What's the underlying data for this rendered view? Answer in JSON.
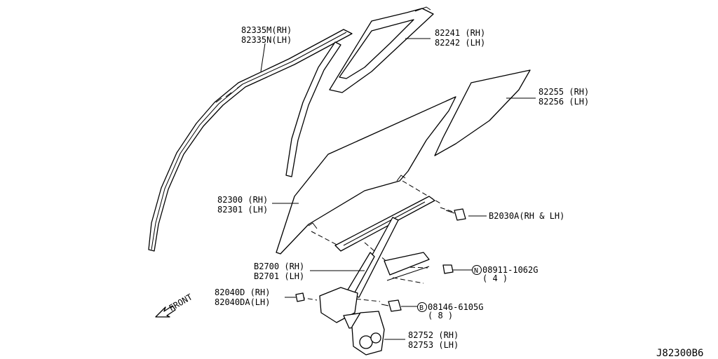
{
  "parts": [
    {
      "id": "weatherstrip",
      "lines": [
        "82335M(RH)",
        "82335N(LH)"
      ]
    },
    {
      "id": "sash-seal",
      "lines": [
        "82241 (RH)",
        "82242 (LH)"
      ]
    },
    {
      "id": "quarter-glass",
      "lines": [
        "82255 (RH)",
        "82256 (LH)"
      ]
    },
    {
      "id": "door-glass",
      "lines": [
        "82300 (RH)",
        "82301 (LH)"
      ]
    },
    {
      "id": "bolt-a",
      "lines": [
        "B2030A(RH & LH)"
      ]
    },
    {
      "id": "nut",
      "badge": "N",
      "lines": [
        "08911-1062G",
        "( 4 )"
      ]
    },
    {
      "id": "regulator",
      "lines": [
        "B2700 (RH)",
        "B2701 (LH)"
      ]
    },
    {
      "id": "bolt-b",
      "badge": "B",
      "lines": [
        "08146-6105G",
        "( 8 )"
      ]
    },
    {
      "id": "clip",
      "lines": [
        "82040D  (RH)",
        "82040DA(LH)"
      ]
    },
    {
      "id": "motor",
      "lines": [
        "82752 (RH)",
        "82753 (LH)"
      ]
    }
  ],
  "front_label": "FRONT",
  "diagram_code": "J82300B6"
}
